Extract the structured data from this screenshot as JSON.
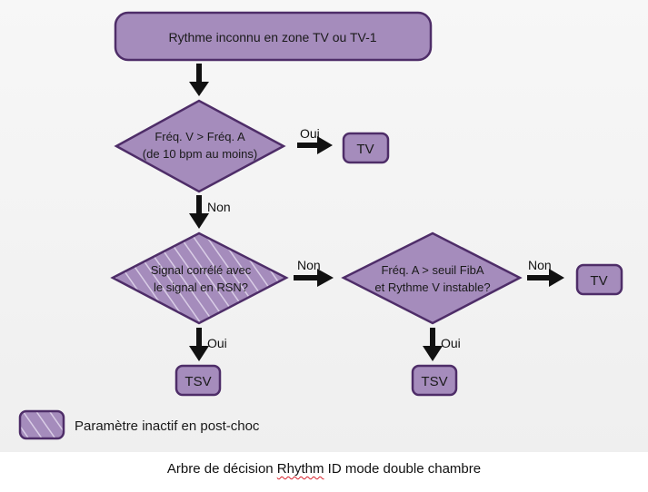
{
  "colors": {
    "node_fill": "#a58cbc",
    "node_border": "#4e2d68",
    "hatch_line": "#d9cde6",
    "arrow": "#111111",
    "background": "#f4f4f4"
  },
  "nodes": {
    "start": {
      "text": "Rythme inconnu en zone TV ou TV-1"
    },
    "decision1": {
      "line1": "Fréq. V > Fréq. A",
      "line2": "(de 10 bpm au moins)"
    },
    "decision2": {
      "line1": "Signal corrélé avec",
      "line2": "le signal en RSN?",
      "inactive_post_shock": true
    },
    "decision3": {
      "line1": "Fréq. A > seuil FibA",
      "line2": "et Rythme V instable?"
    },
    "result_tv_1": {
      "text": "TV"
    },
    "result_tv_2": {
      "text": "TV"
    },
    "result_tsv_1": {
      "text": "TSV"
    },
    "result_tsv_2": {
      "text": "TSV"
    }
  },
  "edges": {
    "d1_yes": "Oui",
    "d1_no": "Non",
    "d2_no": "Non",
    "d2_yes": "Oui",
    "d3_no": "Non",
    "d3_yes": "Oui"
  },
  "legend": {
    "icon": "hatched-box-icon",
    "text": "Paramètre inactif en post-choc"
  },
  "caption": {
    "prefix": "Arbre de décision ",
    "underlined": "Rhythm",
    "suffix": " ID mode double chambre"
  }
}
